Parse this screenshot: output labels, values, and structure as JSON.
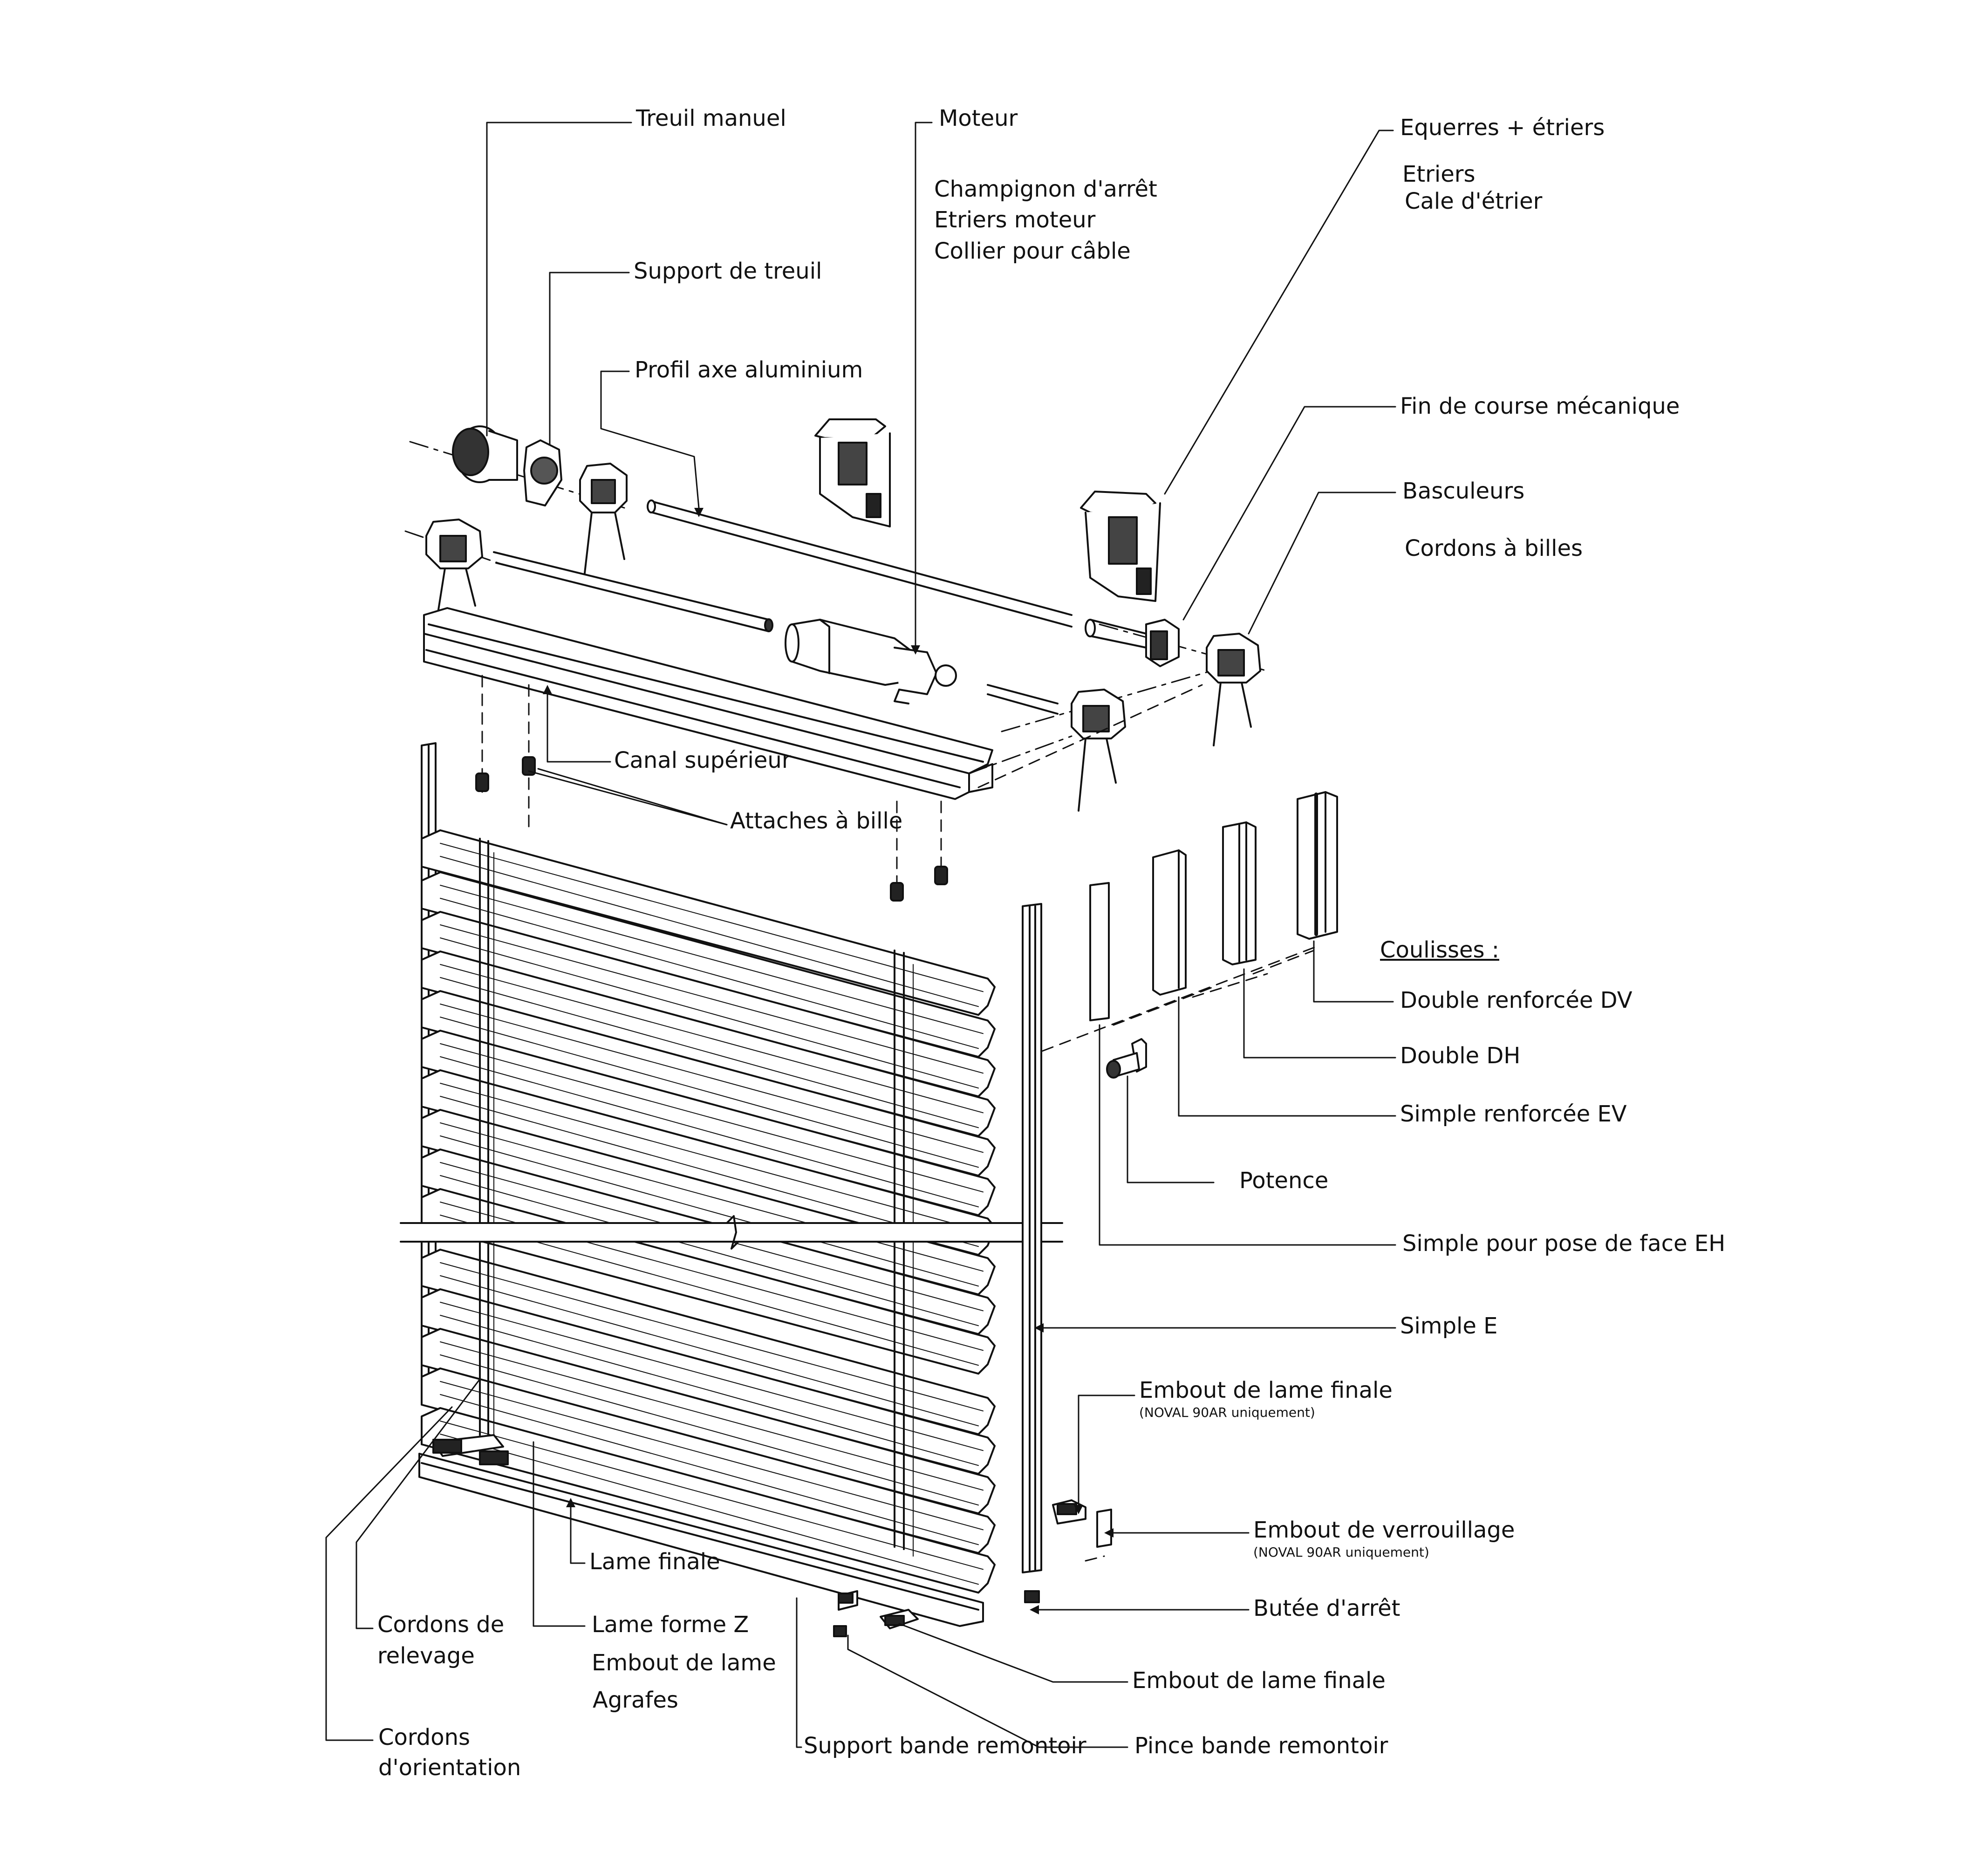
{
  "labels": {
    "treuil_manuel": "Treuil manuel",
    "support_treuil": "Support de treuil",
    "profil_axe": "Profil axe aluminium",
    "moteur": "Moteur",
    "champignon": "Champignon d'arrêt",
    "etriers_moteur": "Etriers moteur",
    "collier": "Collier pour câble",
    "equerres": "Equerres + étriers",
    "etriers": "Etriers",
    "cale": "Cale d'étrier",
    "fin_course": "Fin de course mécanique",
    "basculeurs": "Basculeurs",
    "cordons_billes": "Cordons à billes",
    "canal": "Canal supérieur",
    "attaches": "Attaches à bille",
    "coulisses": "Coulisses :",
    "double_dv": "Double renforcée DV",
    "double_dh": "Double DH",
    "simple_ev": "Simple renforcée EV",
    "potence": "Potence",
    "simple_eh": "Simple pour pose de face EH",
    "simple_e": "Simple E",
    "embout_finale_1": "Embout de lame finale",
    "noval_1": "(NOVAL 90AR uniquement)",
    "embout_verrou": "Embout de verrouillage",
    "noval_2": "(NOVAL 90AR uniquement)",
    "butee": "Butée d'arrêt",
    "embout_finale_2": "Embout de lame finale",
    "pince": "Pince bande remontoir",
    "support_bande": "Support bande remontoir",
    "lame_finale": "Lame finale",
    "lame_z": "Lame forme Z",
    "embout_lame": "Embout de lame",
    "agrafes": "Agrafes",
    "cordons_relevage_1": "Cordons de",
    "cordons_relevage_2": "relevage",
    "cordons_orient_1": "Cordons",
    "cordons_orient_2": "d'orientation"
  },
  "colors": {
    "ink": "#111111",
    "fill": "#ffffff",
    "shade": "#9a9a9a",
    "dark": "#2a2a2a"
  }
}
